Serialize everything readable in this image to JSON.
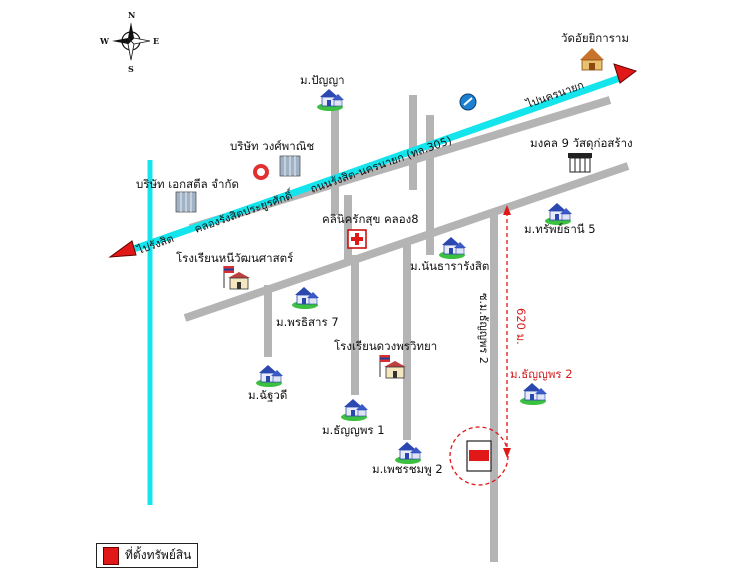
{
  "compass": {
    "n": "N",
    "s": "S",
    "e": "E",
    "w": "W"
  },
  "roads": {
    "main_road": "ถนนรังสิต-นครนายก (ทล.305)",
    "canal": "คลองรังสิตประยูรศักดิ์",
    "to_nakhon_nayok": "ไปนครนายก",
    "to_rangsit": "ไปรังสิต",
    "soi": "ซ.ม.ธัญญพร 2"
  },
  "places": {
    "temple": "วัดอัยยิการาม",
    "panya": "ม.ปัญญา",
    "wongpanit": "บริษัท วงศ์พาณิช",
    "excel": "บริษัท เอกสตีล จำกัด",
    "mongkol": "มงคล 9 วัสดุก่อสร้าง",
    "clinic": "คลินิครักสุข คลอง8",
    "sapthani": "ม.ทรัพย์ธานี 5",
    "school1": "โรงเรียนหนีวัฒนศาสตร์",
    "nanthara": "ม.นันธารารังสิต",
    "pornsiri": "ม.พรธิสาร 7",
    "school2": "โรงเรียนดวงพรวิทยา",
    "thanyaporn2": "ม.ธัญญพร 2",
    "chalurdee": "ม.ฉัฐวดี",
    "thanyaporn1": "ม.ธัญญพร 1",
    "phetchomphu": "ม.เพชรชมพู 2"
  },
  "distance": "620 ม.",
  "legend": {
    "label": "ที่ตั้งทรัพย์สิน"
  },
  "colors": {
    "road": "#b4b4b4",
    "canal": "#14e4ec",
    "arrow": "#e01818",
    "marker": "#e01818"
  }
}
